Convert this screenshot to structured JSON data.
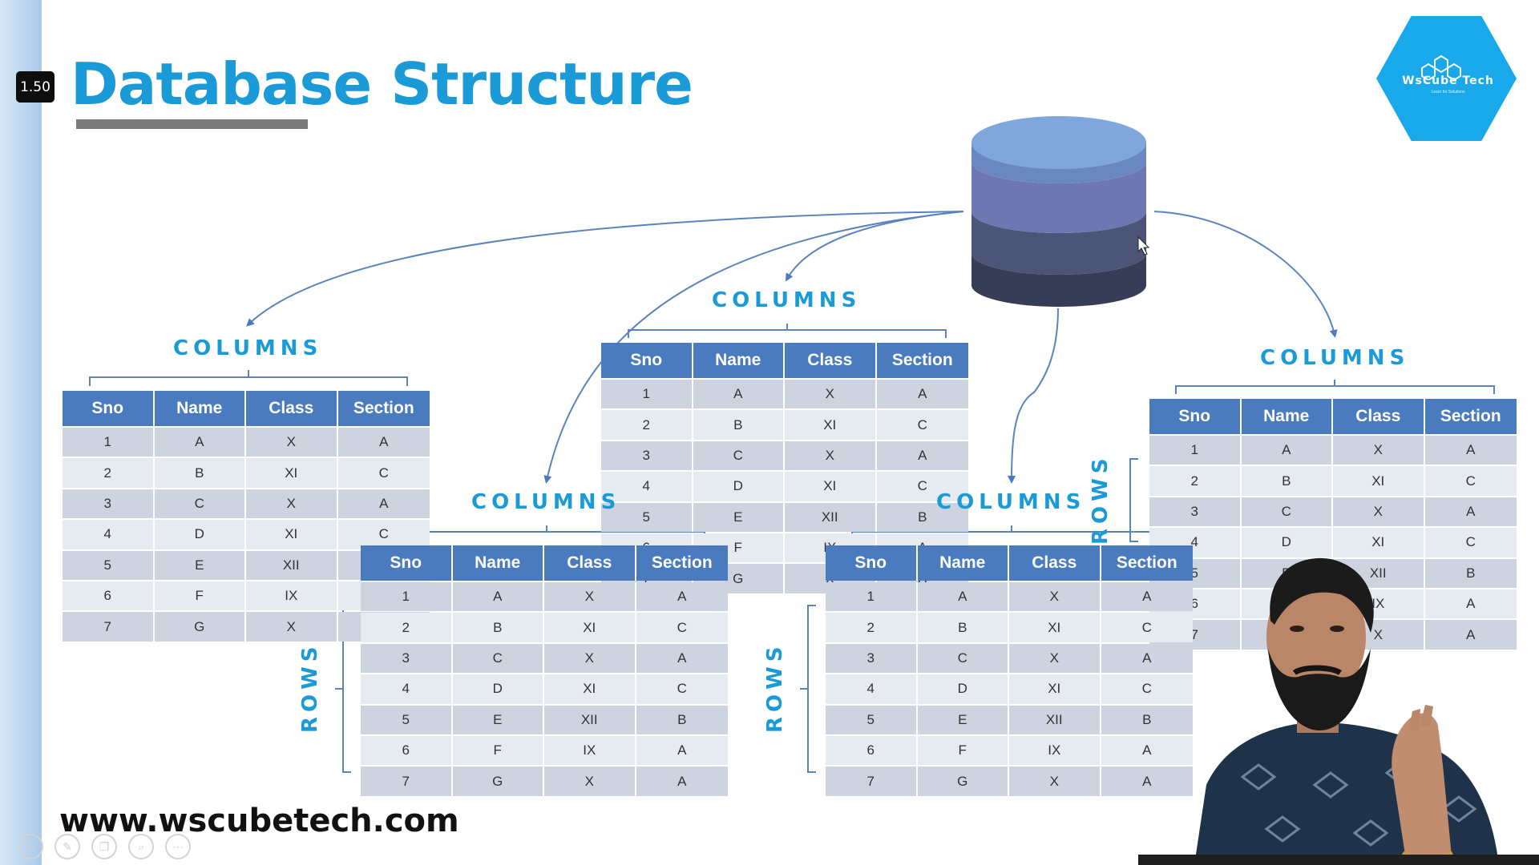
{
  "playback_speed": "1.50",
  "title": "Database Structure",
  "website": "www.wscubetech.com",
  "logo": {
    "name": "WsCube Tech",
    "tagline": "Learn for Solutions"
  },
  "labels": {
    "columns": "COLUMNS",
    "rows": "ROWS"
  },
  "table": {
    "headers": [
      "Sno",
      "Name",
      "Class",
      "Section"
    ],
    "rows": [
      [
        "1",
        "A",
        "X",
        "A"
      ],
      [
        "2",
        "B",
        "XI",
        "C"
      ],
      [
        "3",
        "C",
        "X",
        "A"
      ],
      [
        "4",
        "D",
        "XI",
        "C"
      ],
      [
        "5",
        "E",
        "XII",
        "B"
      ],
      [
        "6",
        "F",
        "IX",
        "A"
      ],
      [
        "7",
        "G",
        "X",
        "A"
      ]
    ]
  },
  "colors": {
    "accent": "#1a9ad6",
    "table_header": "#4a7bbf",
    "row_odd": "#cdd4df",
    "row_even": "#e6eaf1"
  },
  "icons": [
    "play-icon",
    "pen-icon",
    "copy-icon",
    "zoom-icon",
    "more-icon",
    "database-icon",
    "hexagon-logo-icon"
  ]
}
